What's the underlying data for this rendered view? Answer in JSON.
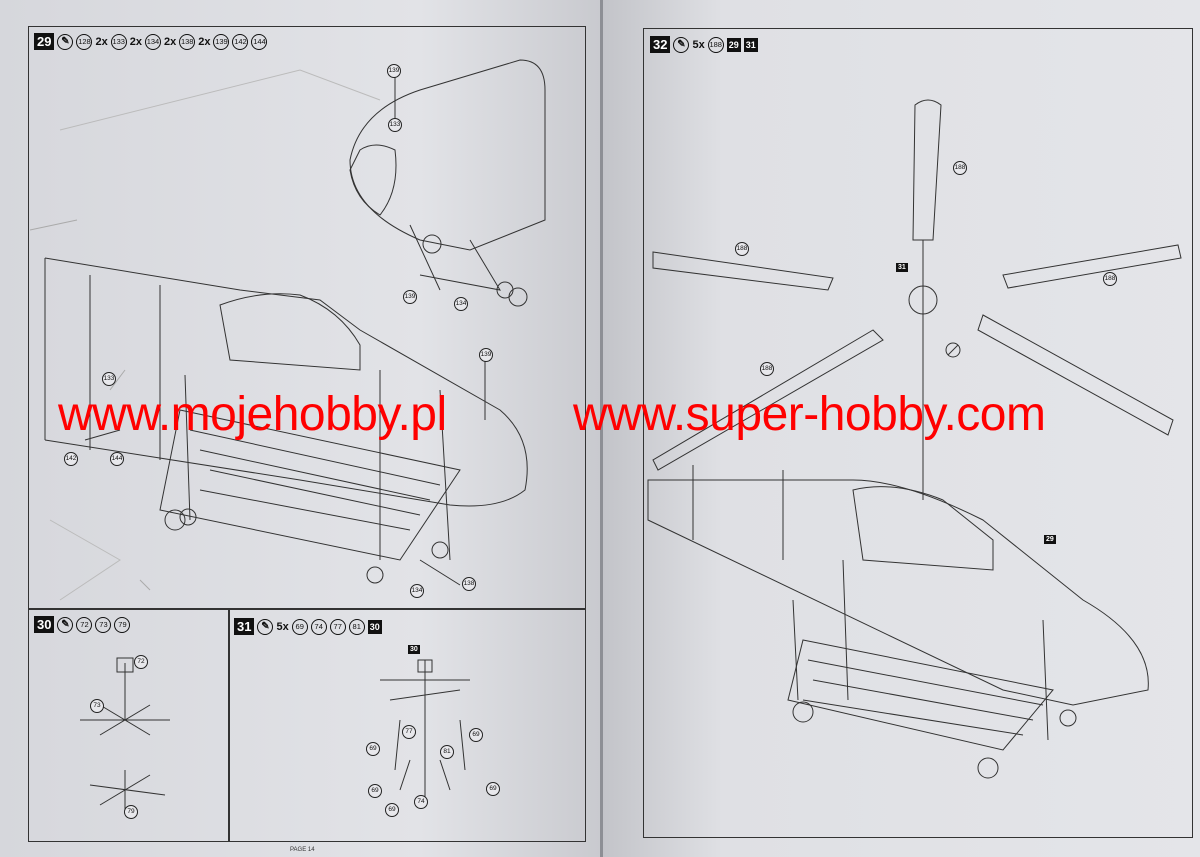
{
  "left_page": {
    "step29": {
      "number": "29",
      "glue_icon": "cement-icon",
      "parts": [
        {
          "qty": "",
          "part": "128"
        },
        {
          "qty": "2x",
          "part": "133"
        },
        {
          "qty": "2x",
          "part": "134"
        },
        {
          "qty": "2x",
          "part": "138"
        },
        {
          "qty": "2x",
          "part": "139"
        },
        {
          "qty": "",
          "part": "142"
        },
        {
          "qty": "",
          "part": "144"
        }
      ],
      "callouts": [
        "139",
        "133",
        "139",
        "134",
        "139",
        "133",
        "142",
        "144",
        "134",
        "138"
      ]
    },
    "step30": {
      "number": "30",
      "glue_icon": "cement-icon",
      "parts": [
        "72",
        "73",
        "79"
      ],
      "callouts": [
        "72",
        "73",
        "79"
      ]
    },
    "step31": {
      "number": "31",
      "glue_icon": "cement-icon",
      "qty": "5x",
      "parts": [
        "69",
        "74",
        "77",
        "81"
      ],
      "ref_step": "30",
      "callouts": [
        "77",
        "81",
        "69",
        "69",
        "69",
        "69",
        "74",
        "69"
      ]
    },
    "footer": "PAGE 14"
  },
  "right_page": {
    "step32": {
      "number": "32",
      "glue_icon": "cement-icon",
      "qty": "5x",
      "parts": [
        "188"
      ],
      "ref_steps": [
        "29",
        "31"
      ],
      "callouts": [
        "188",
        "188",
        "188",
        "188"
      ],
      "ref_callouts": [
        "31",
        "29"
      ]
    }
  },
  "watermark": {
    "left": "www.mojehobby.pl",
    "right": "www.super-hobby.com",
    "color": "#ff0000"
  }
}
